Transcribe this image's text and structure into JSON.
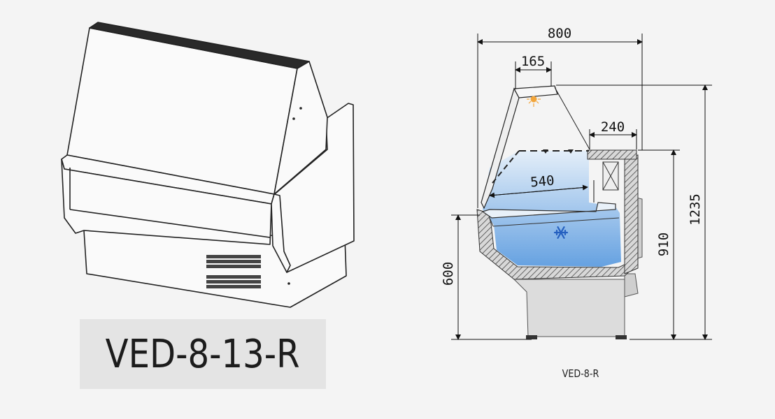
{
  "product": {
    "model_label": "VED-8-13-R",
    "section_caption": "VED-8-R"
  },
  "dimensions": {
    "overall_depth": "800",
    "canopy_depth": "165",
    "rear_shelf_depth": "240",
    "tray_depth": "540",
    "counter_height": "600",
    "body_height": "910",
    "overall_height": "1235"
  },
  "icons": {
    "lamp": "lamp-icon",
    "cooling": "snowflake-icon"
  },
  "colors": {
    "background": "#f4f4f4",
    "label_box": "#e4e4e4",
    "refrigerated_zone": "#5e9de0",
    "lamp": "#f2a53a"
  }
}
